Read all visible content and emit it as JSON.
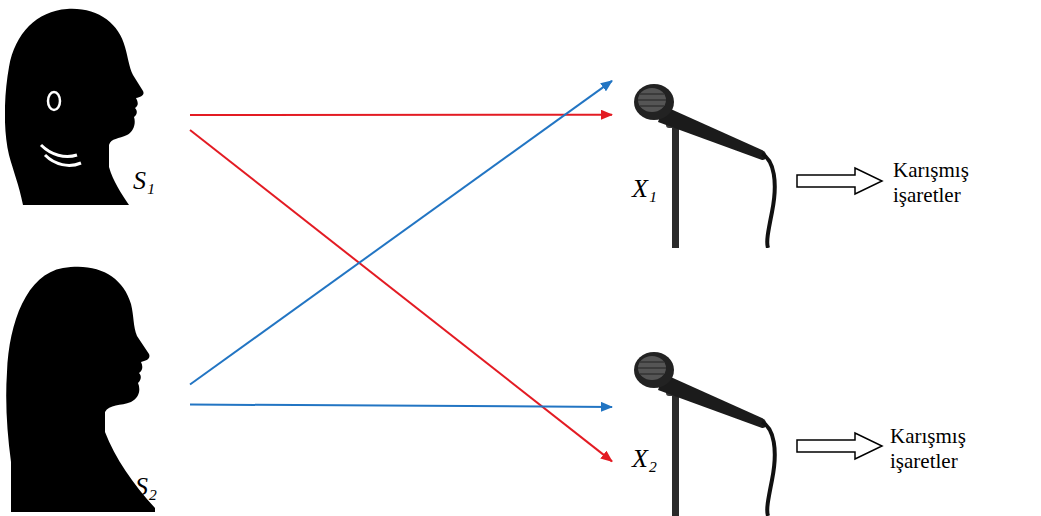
{
  "diagram": {
    "nodes": [
      {
        "text": [
          "S₁"
        ]
      },
      {
        "text": [
          "S₂"
        ]
      },
      {
        "text": [
          "X₁"
        ]
      },
      {
        "text": [
          "X₂"
        ]
      }
    ],
    "edges": [
      {
        "from": 0,
        "to": 2,
        "arrow": "to"
      },
      {
        "from": 0,
        "to": 3,
        "arrow": "to"
      },
      {
        "from": 1,
        "to": 2,
        "arrow": "to"
      },
      {
        "from": 1,
        "to": 3,
        "arrow": "to"
      }
    ],
    "labels": [
      "Karışmış işaretler",
      "Karışmış işaretler"
    ]
  }
}
